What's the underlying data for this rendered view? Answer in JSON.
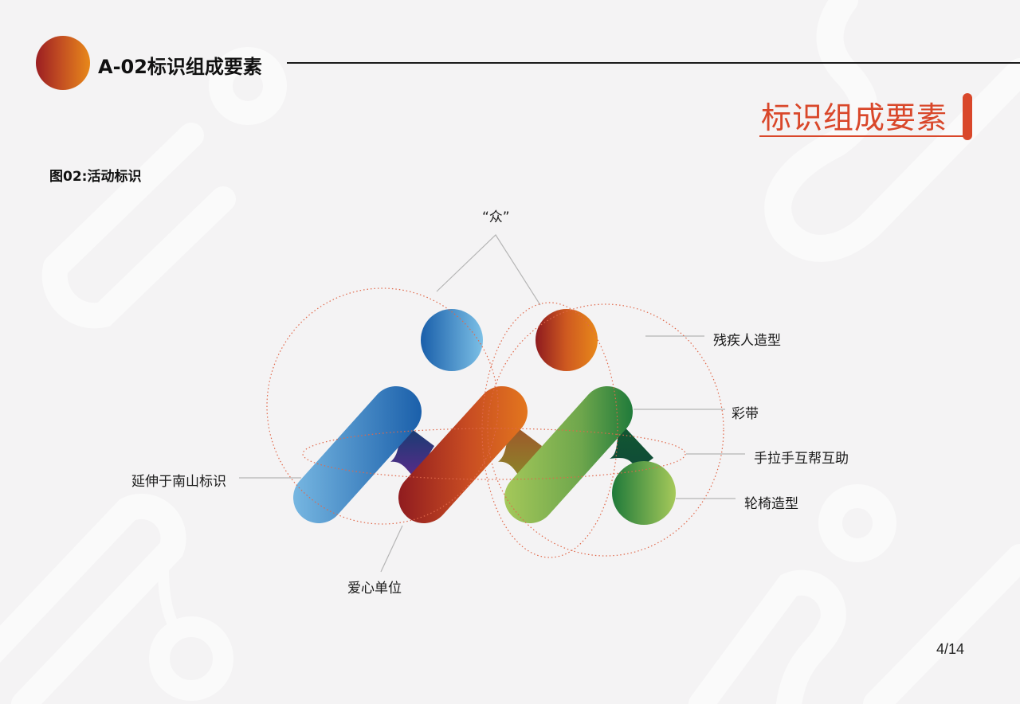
{
  "header": {
    "title": "A-02标识组成要素",
    "circle_colors": [
      "#9b1e22",
      "#e8881a"
    ]
  },
  "section": {
    "title": "标识组成要素",
    "accent_color": "#d9472a"
  },
  "figure": {
    "caption": "图02:活动标识",
    "top_label": "“众”",
    "annotations": {
      "disabled_person_shape": "残疾人造型",
      "ribbon": "彩带",
      "hand_in_hand": "手拉手互帮互助",
      "wheelchair_shape": "轮椅造型",
      "nanshan_extension": "延伸于南山标识",
      "caring_unit": "爱心单位"
    },
    "colors": {
      "blue_light": "#7cc0e6",
      "blue_dark": "#1a5faa",
      "red_dark": "#8e1a1f",
      "orange": "#e3761e",
      "orange_head": "#e8881a",
      "green_light": "#a6c95a",
      "green_dark": "#1f7a3a",
      "guide_dots": "#e0684a",
      "leader_line": "#b5b5b5"
    }
  },
  "footer": {
    "page": "4/14"
  }
}
